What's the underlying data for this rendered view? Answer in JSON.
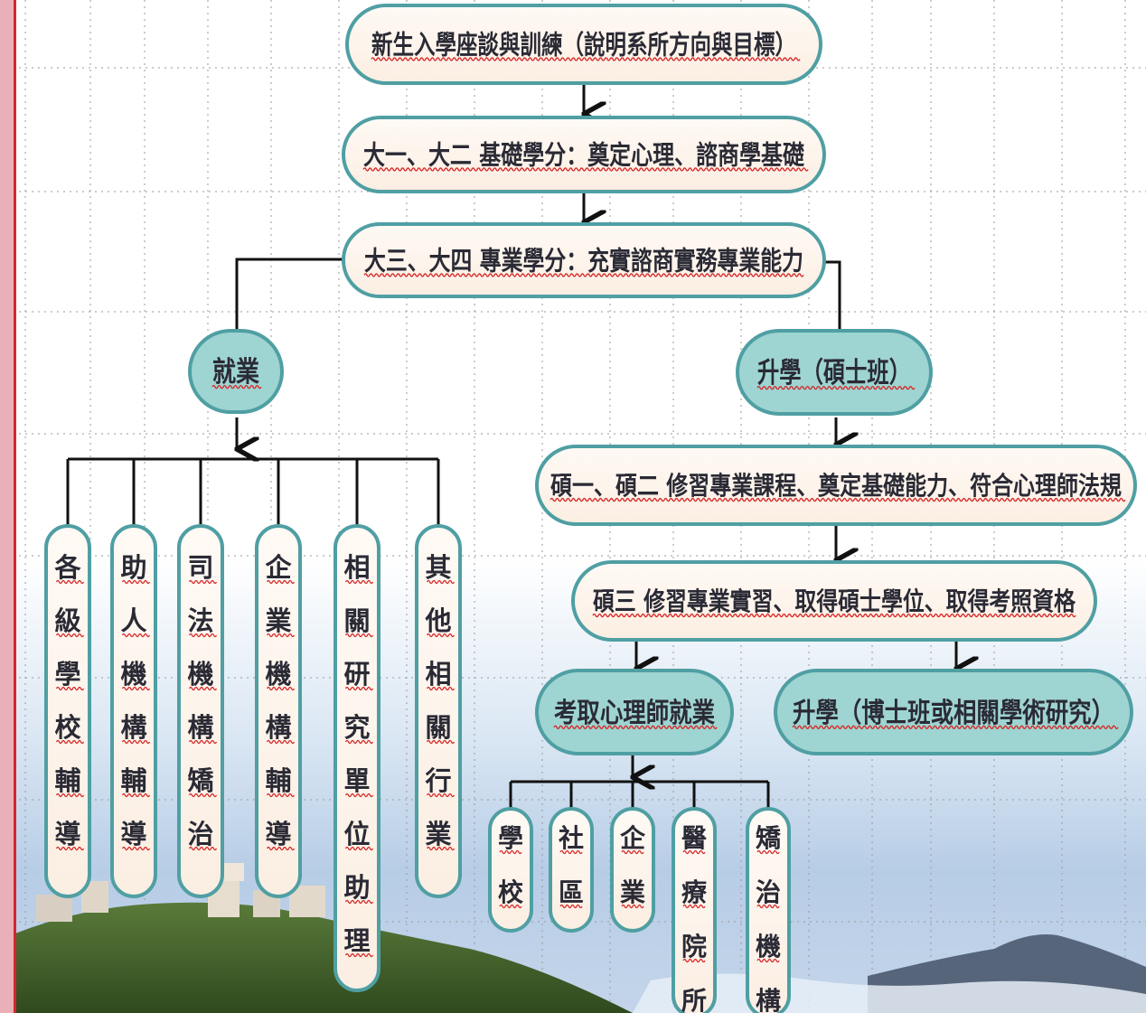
{
  "diagram": {
    "top_nodes": {
      "orientation": "新生入學座談與訓練（說明系所方向與目標）",
      "year12": "大一、大二 基礎學分：奠定心理、諮商學基礎",
      "year34": "大三、大四 專業學分：充實諮商實務專業能力"
    },
    "employment": {
      "title": "就業",
      "options": [
        "各級學校輔導",
        "助人機構輔導",
        "司法機構矯治",
        "企業機構輔導",
        "相關研究單位助理",
        "其他相關行業"
      ]
    },
    "grad_school": {
      "title": "升學（碩士班）",
      "ms12": "碩一、碩二 修習專業課程、奠定基礎能力、符合心理師法規",
      "ms3": "碩三 修習專業實習、取得碩士學位、取得考照資格",
      "psych_job": {
        "title": "考取心理師就業",
        "options": [
          "學校",
          "社區",
          "企業",
          "醫療院所",
          "矯治機構"
        ]
      },
      "phd": "升學（博士班或相關學術研究）"
    }
  },
  "colors": {
    "card_fill": "#fdf4ec",
    "card_border": "#4f9fa3",
    "teal_fill": "#9ed4d1",
    "grid": "#9a9a9a",
    "text": "#2a2a35",
    "underline": "#d62828",
    "edge_accent": "#d9232f"
  }
}
